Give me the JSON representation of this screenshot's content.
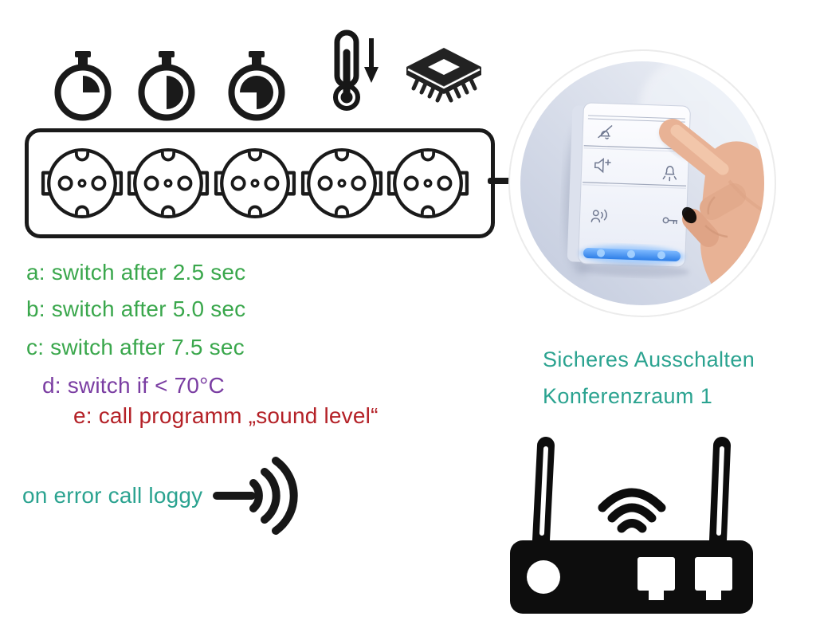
{
  "labels": {
    "a": "a: switch after 2.5 sec",
    "b": "b: switch after 5.0 sec",
    "c": "c: switch after 7.5 sec",
    "d": "d: switch if < 70°C",
    "e": "e: call programm „sound level“",
    "on_error": "on error call loggy"
  },
  "captions": {
    "line1": "Sicheres Ausschalten",
    "line2": "Konferenzraum 1"
  },
  "colors": {
    "green": "#3aa74c",
    "purple": "#7a3da2",
    "red": "#b42127",
    "teal": "#2ba390",
    "icon_black": "#1a1a1a",
    "led_blue": "#3f8fe8"
  },
  "icons": {
    "top_row": [
      "timer-quarter",
      "timer-half",
      "timer-three-quarter",
      "thermometer-falling",
      "microchip"
    ],
    "power_strip": "five-socket-power-strip",
    "error_icon": "broadcast-signal",
    "photo": "hand-pressing-wall-switch-panel",
    "panel_buttons": [
      "bell-muted",
      "speaker-plus",
      "bell-ring",
      "person-announce",
      "key"
    ],
    "bottom_right": "wifi-router"
  }
}
